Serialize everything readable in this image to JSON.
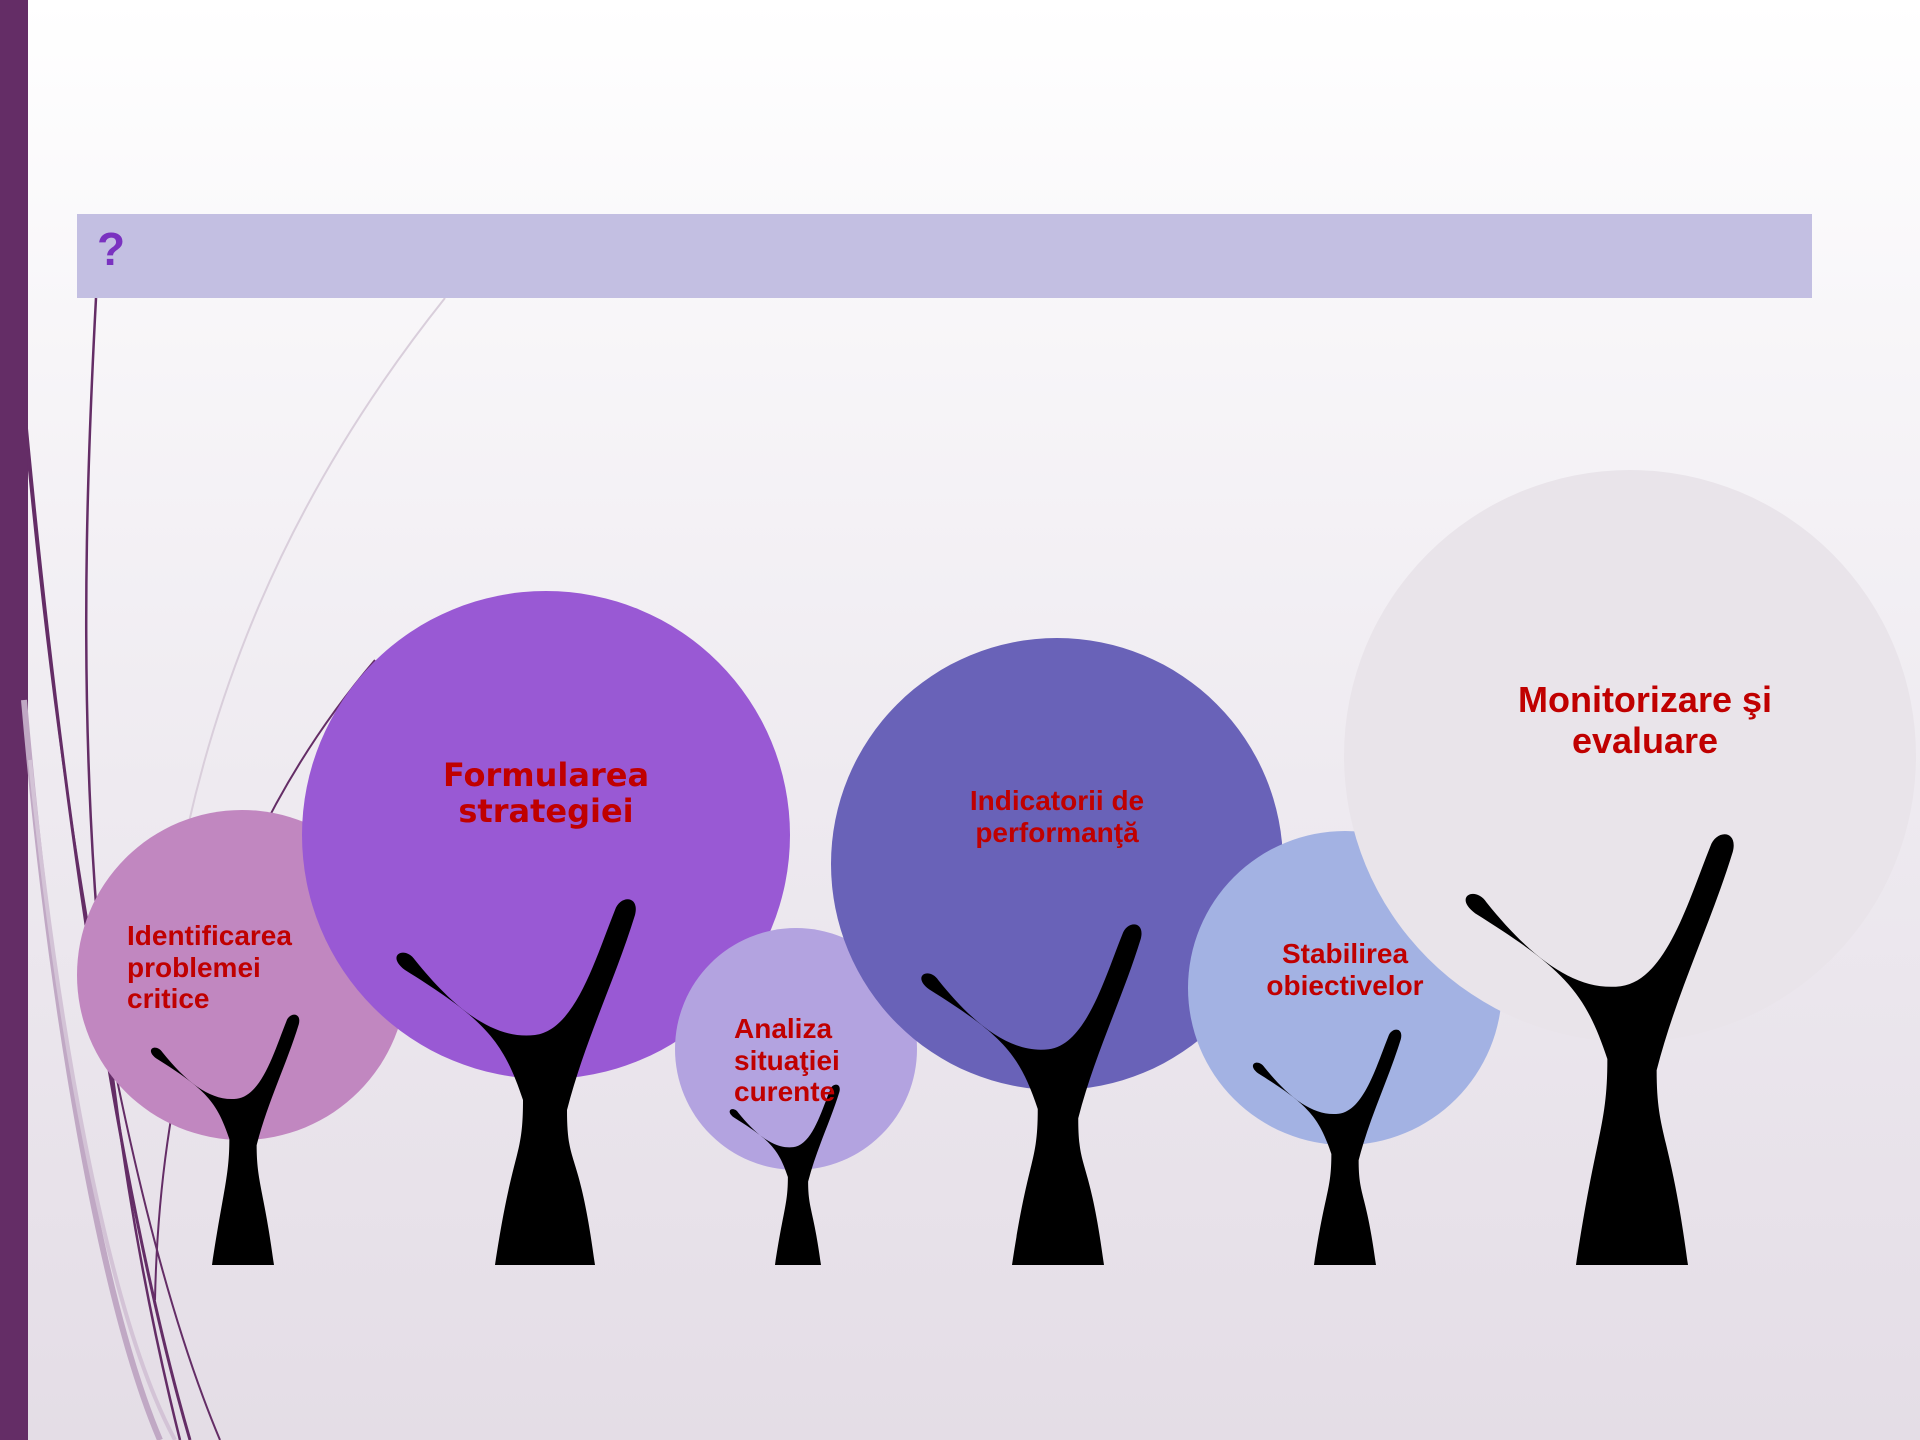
{
  "title": "?",
  "colors": {
    "accent_bar": "#642d66",
    "title_band": "#c3bfe2",
    "title_text": "#7a32c0",
    "label_text": "#c00000",
    "trunk": "#000000"
  },
  "trees": [
    {
      "id": "identificarea",
      "label_lines": [
        "Identificarea",
        "problemei",
        "critice"
      ],
      "circle_color": "#c187c0"
    },
    {
      "id": "formularea",
      "label_lines": [
        "Formularea",
        "strategiei"
      ],
      "circle_color": "#9959d4"
    },
    {
      "id": "analiza",
      "label_lines": [
        "Analiza",
        "situaţiei",
        "curente"
      ],
      "circle_color": "#b3a3e0"
    },
    {
      "id": "indicatorii",
      "label_lines": [
        "Indicatorii de",
        "performanţă"
      ],
      "circle_color": "#6962b8"
    },
    {
      "id": "stabilirea",
      "label_lines": [
        "Stabilirea",
        "obiectivelor"
      ],
      "circle_color": "#a3b2e3"
    },
    {
      "id": "monitorizare",
      "label_lines": [
        "Monitorizare şi",
        "evaluare"
      ],
      "circle_color": "#e9e4ea"
    }
  ]
}
